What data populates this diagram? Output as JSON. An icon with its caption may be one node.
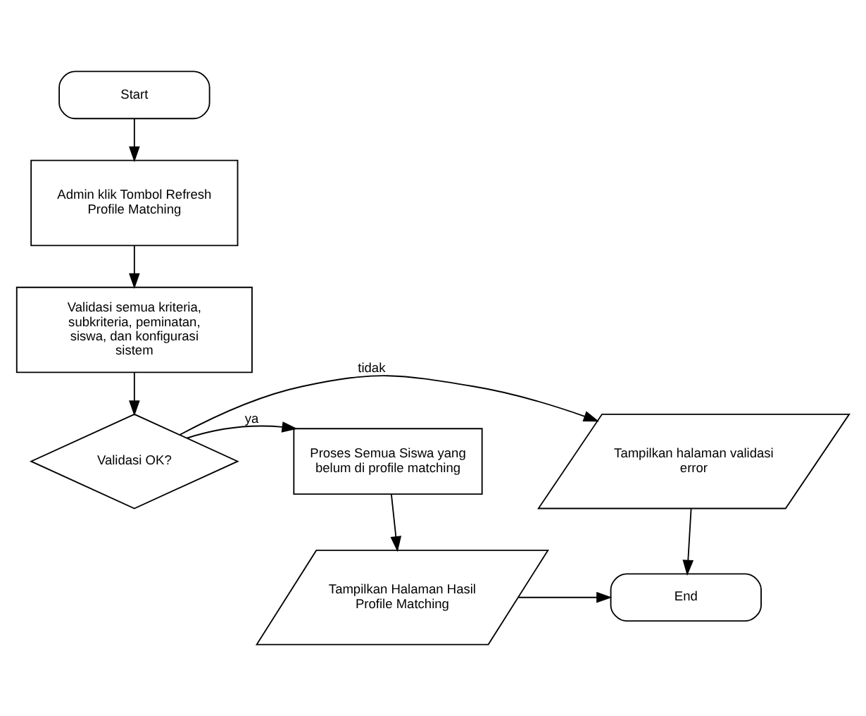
{
  "diagram": {
    "nodes": [
      {
        "text": [
          "Start"
        ]
      },
      {
        "text": [
          "Admin klik Tombol Refresh Profile Matching"
        ]
      },
      {
        "text": [
          "Validasi semua kriteria, subkriteria, peminatan, siswa, dan konfigurasi sistem"
        ]
      },
      {
        "text": [
          "Validasi OK?"
        ]
      },
      {
        "text": [
          "Proses Semua Siswa yang belum di profile matching"
        ]
      },
      {
        "text": [
          "Tampilkan halaman validasi error"
        ]
      },
      {
        "text": [
          "Tampilkan Halaman Hasil Profile Matching"
        ]
      },
      {
        "text": [
          "End"
        ]
      }
    ],
    "edges": [
      {
        "from": 0,
        "to": 1,
        "arrow": "to"
      },
      {
        "from": 1,
        "to": 2,
        "arrow": "to"
      },
      {
        "from": 2,
        "to": 3,
        "arrow": "to"
      },
      {
        "from": 3,
        "to": 4,
        "arrow": "to",
        "label": "ya"
      },
      {
        "from": 3,
        "to": 5,
        "arrow": "to",
        "label": "tidak"
      },
      {
        "from": 4,
        "to": 6,
        "arrow": "to"
      },
      {
        "from": 6,
        "to": 7,
        "arrow": "to"
      },
      {
        "from": 5,
        "to": 7,
        "arrow": "to"
      }
    ]
  }
}
